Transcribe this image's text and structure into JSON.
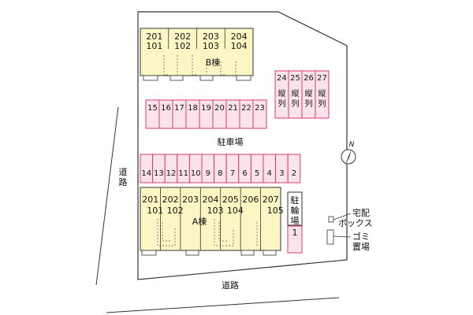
{
  "labels": {
    "building_b": "B棟",
    "building_a": "A棟",
    "parking": "駐車場",
    "bike_parking": [
      "駐",
      "輪",
      "場"
    ],
    "bike_number": "1",
    "road_left": [
      "道",
      "路"
    ],
    "road_bottom": "道路",
    "delivery_box": [
      "宅配",
      "ボックス"
    ],
    "trash_area": [
      "ゴミ",
      "置場"
    ],
    "north": "N"
  },
  "building_b_units": [
    {
      "top": "201",
      "bottom": "101"
    },
    {
      "top": "202",
      "bottom": "102"
    },
    {
      "top": "203",
      "bottom": "103"
    },
    {
      "top": "204",
      "bottom": "104"
    }
  ],
  "building_a_units": [
    {
      "top": "201",
      "bottom": "101"
    },
    {
      "top": "202",
      "bottom": "102"
    },
    {
      "top": "203",
      "bottom": ""
    },
    {
      "top": "204",
      "bottom": "103"
    },
    {
      "top": "205",
      "bottom": "104"
    },
    {
      "top": "206",
      "bottom": ""
    },
    {
      "top": "207",
      "bottom": "105"
    }
  ],
  "parking_row_top": [
    "15",
    "16",
    "17",
    "18",
    "19",
    "20",
    "21",
    "22",
    "23"
  ],
  "parking_row_bottom": [
    "14",
    "13",
    "12",
    "11",
    "10",
    "9",
    "8",
    "7",
    "6",
    "5",
    "4",
    "3",
    "2"
  ],
  "parking_tandem": [
    {
      "num": "24",
      "label": [
        "縦",
        "列"
      ]
    },
    {
      "num": "25",
      "label": [
        "縦",
        "列"
      ]
    },
    {
      "num": "26",
      "label": [
        "縦",
        "列"
      ]
    },
    {
      "num": "27",
      "label": [
        "縦",
        "列"
      ]
    }
  ],
  "colors": {
    "building_fill": "#fbf6c4",
    "parking_fill": "#fbe3ea",
    "parking_stroke": "#d83e6a",
    "site_fill": "#ffffff",
    "line": "#333333"
  }
}
